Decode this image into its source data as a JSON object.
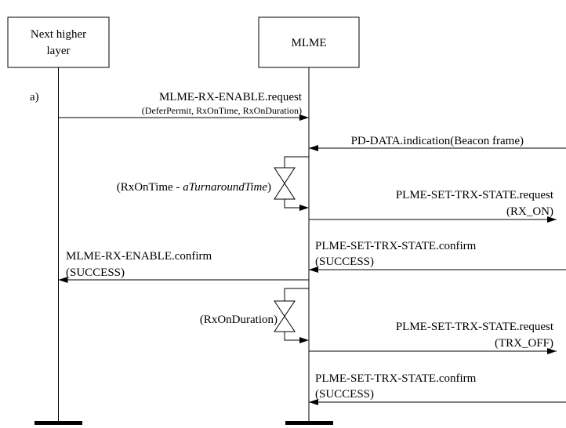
{
  "entities": {
    "left": {
      "line1": "Next higher",
      "line2": "layer"
    },
    "right": {
      "label": "MLME"
    }
  },
  "step_marker": "a)",
  "messages": {
    "rx_enable_request": {
      "label": "MLME-RX-ENABLE.request",
      "params": "(DeferPermit, RxOnTime, RxOnDuration)"
    },
    "pd_data_indication": {
      "label": "PD-DATA.indication(Beacon frame)"
    },
    "plme_set_request_1": {
      "label": "PLME-SET-TRX-STATE.request",
      "params": "(RX_ON)"
    },
    "plme_set_confirm_1": {
      "label": "PLME-SET-TRX-STATE.confirm",
      "params": "(SUCCESS)"
    },
    "rx_enable_confirm": {
      "label": "MLME-RX-ENABLE.confirm",
      "params": "(SUCCESS)"
    },
    "plme_set_request_2": {
      "label": "PLME-SET-TRX-STATE.request",
      "params": "(TRX_OFF)"
    },
    "plme_set_confirm_2": {
      "label": "PLME-SET-TRX-STATE.confirm",
      "params": "(SUCCESS)"
    }
  },
  "timers": {
    "timer1": {
      "prefix": "(RxOnTime - ",
      "italic": "aTurnaroundTime",
      "suffix": ")"
    },
    "timer2": {
      "label": "(RxOnDuration)"
    }
  }
}
